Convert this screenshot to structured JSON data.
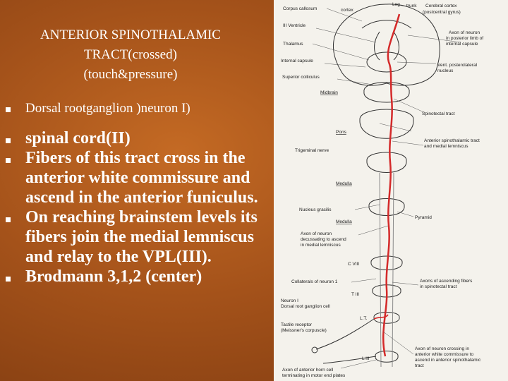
{
  "slide": {
    "title_lines": [
      "ANTERIOR SPINOTHALAMIC",
      "TRACT(crossed)",
      "(touch&pressure)"
    ],
    "bullets": [
      "Dorsal rootganglion )neuron I)",
      "spinal cord(II)",
      "Fibers of this tract cross in the anterior white commissure and ascend in the anterior funiculus.",
      "On reaching brainstem levels its fibers join the medial lemniscus and relay to the VPL(III).",
      "Brodmann 3,1,2 (center)"
    ]
  },
  "diagram": {
    "colors": {
      "tract": "#d42a2a",
      "outline": "#333333",
      "paper": "#f4f2ec"
    },
    "labels": {
      "corpus_callosum": "Corpus callosum",
      "cortex": "cortex",
      "leg": "Leg",
      "trunk": "trunk",
      "cerebral_cortex_1": "Cerebral cortex",
      "cerebral_cortex_2": "(postcentral gyrus)",
      "third_ventricle": "III Ventricle",
      "axon_1": "Axon of neuron",
      "axon_2": "in posterior limb of",
      "axon_3": "internal capsule",
      "thalamus": "Thalamus",
      "internal_capsule": "Internal capsule",
      "vpl_1": "Vent. posterolateral",
      "vpl_2": "nucleus",
      "superior_colliculus": "Superior colliculus",
      "midbrain": "Midbrain",
      "spinotectal": "Spinotectal tract",
      "pons": "Pons",
      "trigeminal": "Trigeminal nerve",
      "anterior_st_1": "Anterior spinothalamic tract",
      "anterior_st_2": "and medial lemniscus",
      "medulla_1": "Medulla",
      "nucleus_gracilis": "Nucleus gracilis",
      "medulla_2": "Medulla",
      "decussating_1": "Axon of neuron",
      "decussating_2": "decussating to ascend",
      "decussating_3": "in medial lemniscus",
      "pyramid": "Pyramid",
      "c8": "C VIII",
      "collaterals": "Collaterals of neuron 1",
      "ascending_1": "Axons of ascending fibers",
      "ascending_2": "in spinotectal tract",
      "t3": "T III",
      "neuron1_1": "Neuron I",
      "neuron1_2": "Dorsal root ganglion cell",
      "lt": "L.T.",
      "tactile_1": "Tactile receptor",
      "tactile_2": "(Meissner's corpuscle)",
      "crossing_1": "Axon of neuron crossing in",
      "crossing_2": "anterior white commissure to",
      "crossing_3": "ascend in anterior spinothalamic",
      "crossing_4": "tract",
      "l3": "L III",
      "horn_1": "Axon of anterior horn cell",
      "horn_2": "terminating in motor end plates"
    }
  }
}
